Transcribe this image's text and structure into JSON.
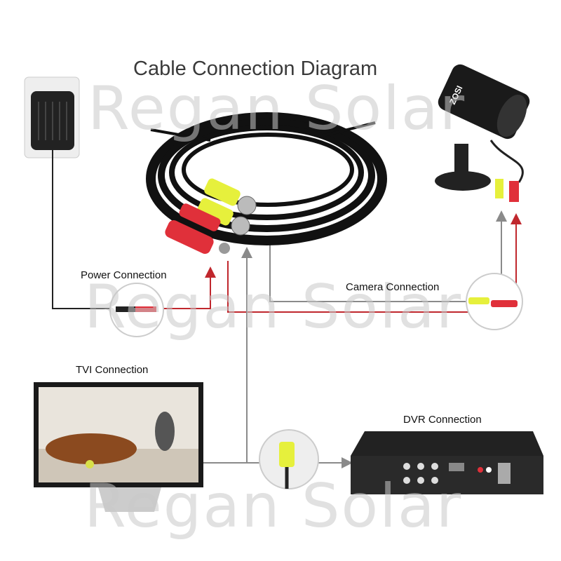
{
  "title": "Cable Connection Diagram",
  "labels": {
    "power": "Power Connection",
    "camera": "Camera Connection",
    "tvi": "TVI Connection",
    "dvr": "DVR Connection"
  },
  "camera_brand": "ZOSI",
  "watermark": "Regan Solar",
  "colors": {
    "power_line": "#c0272d",
    "video_line": "#8a8a8a",
    "bnc_yellow": "#e6f03c",
    "dc_red": "#e0303a"
  }
}
